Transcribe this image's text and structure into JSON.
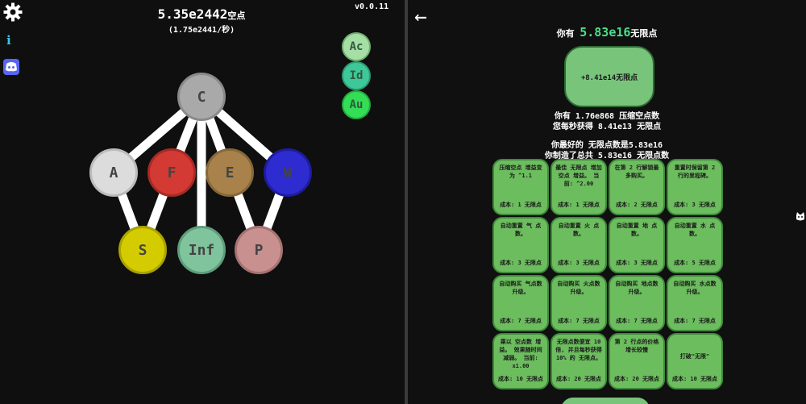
{
  "header": {
    "points_value": "5.35e2442",
    "points_unit": "空点",
    "rate": "(1.75e2441/秒)",
    "version": "v0.0.11"
  },
  "left_icons": {
    "settings": "gear-icon",
    "info_text": "i",
    "discord": "discord-icon"
  },
  "tree_nodes": {
    "c": "C",
    "a": "A",
    "f": "F",
    "e": "E",
    "w": "W",
    "s": "S",
    "inf": "Inf",
    "p": "P"
  },
  "side_tabs": {
    "ac": "Ac",
    "id": "Id",
    "au": "Au"
  },
  "colors": {
    "node_c": "#a9a9a9",
    "node_a": "#dcdcdc",
    "node_f": "#d33a33",
    "node_e": "#a8824a",
    "node_w": "#2e2bd0",
    "node_s": "#d4cc00",
    "node_inf": "#7fc49d",
    "node_p": "#c99090",
    "tab_ac": "#a6dfa6",
    "tab_id": "#3ec89a",
    "tab_au": "#33dd55",
    "upgrade": "#6cbd5e"
  },
  "infinity": {
    "back_icon": "arrow-left-icon",
    "have_prefix": "你有",
    "have_value": "5.83e16",
    "have_suffix": "无限点",
    "reset_label": "+8.41e14无限点",
    "line1": "你有 1.76e868 压缩空点数",
    "line2": "您每秒获得 8.41e13 无限点",
    "line3": "你最好的 无限点数是5.83e16",
    "line4": "你制造了总共 5.83e16 无限点数"
  },
  "upgrades": [
    {
      "desc": "压缩空点 增益变为 ^1.1",
      "cost": "成本: 1 无限点"
    },
    {
      "desc": "最佳 无限点 增加 空点 增益。 当前: ^2.00",
      "cost": "成本: 1 无限点"
    },
    {
      "desc": "在第 2 行解锁最多购买。",
      "cost": "成本: 2 无限点"
    },
    {
      "desc": "重置时保留第 2 行的里程碑。",
      "cost": "成本: 3 无限点"
    },
    {
      "desc": "自动重置 气 点数。",
      "cost": "成本: 3 无限点"
    },
    {
      "desc": "自动重置 火 点数。",
      "cost": "成本: 3 无限点"
    },
    {
      "desc": "自动重置 地 点数。",
      "cost": "成本: 3 无限点"
    },
    {
      "desc": "自动重置 水 点数。",
      "cost": "成本: 5 无限点"
    },
    {
      "desc": "自动购买 气点数升级。",
      "cost": "成本: 7 无限点"
    },
    {
      "desc": "自动购买 火点数升级。",
      "cost": "成本: 7 无限点"
    },
    {
      "desc": "自动购买 地点数升级。",
      "cost": "成本: 7 无限点"
    },
    {
      "desc": "自动购买 水点数升级。",
      "cost": "成本: 7 无限点"
    },
    {
      "desc": "乘以 空点数 增益。 效果随时间减弱。 当前: x1.00",
      "cost": "成本: 10 无限点"
    },
    {
      "desc": "无限点数便宜 10 倍, 并且每秒获得 10% 的 无限点。",
      "cost": "成本: 20 无限点"
    },
    {
      "desc": "第 2 行点的价格增长较慢",
      "cost": "成本: 20 无限点"
    },
    {
      "desc": "打破\"无限\"",
      "cost": "成本: 10 无限点"
    }
  ]
}
